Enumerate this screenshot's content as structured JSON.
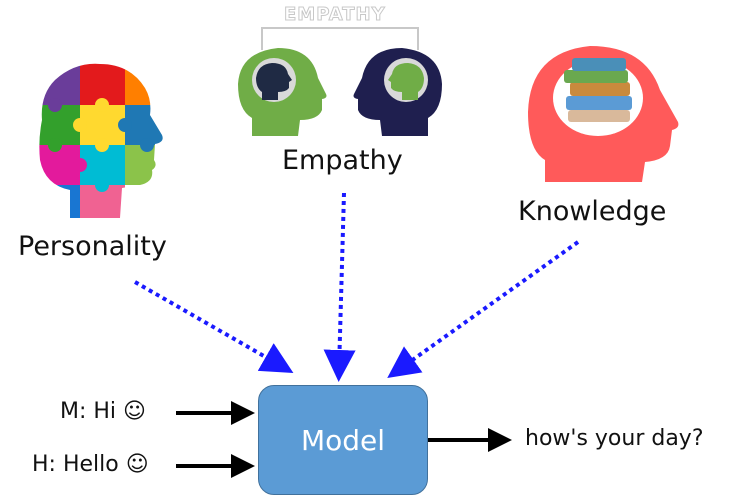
{
  "personality": {
    "label": "Personality"
  },
  "empathy": {
    "label": "Empathy",
    "banner": "EMPATHY"
  },
  "knowledge": {
    "label": "Knowledge"
  },
  "model": {
    "label": "Model"
  },
  "inputs": [
    {
      "text": "M: Hi ☺"
    },
    {
      "text": "H: Hello ☺"
    }
  ],
  "output": {
    "text": "how's your day?"
  },
  "colors": {
    "arrow_dotted": "#1a1aff",
    "model_fill": "#5b9bd5",
    "solid_arrow": "#000000"
  }
}
